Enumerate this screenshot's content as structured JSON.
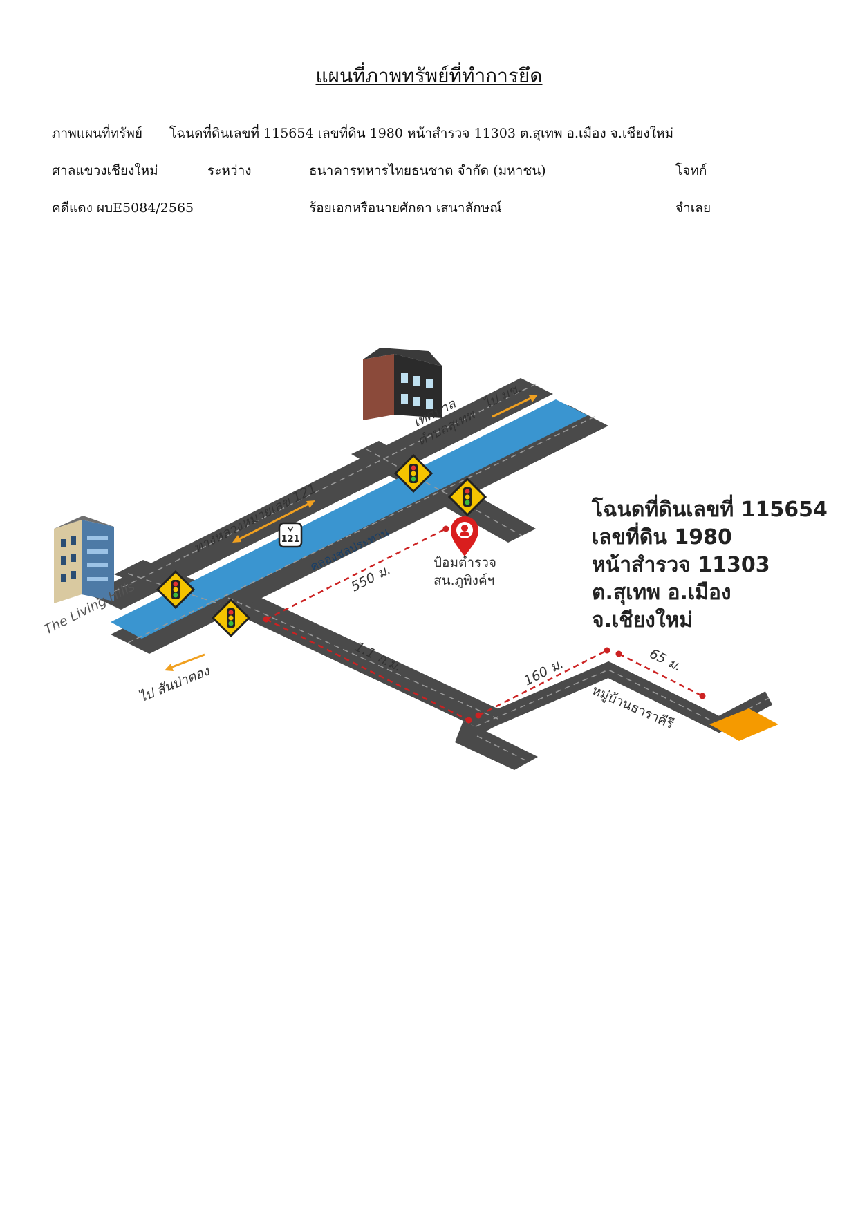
{
  "title": "แผนที่ภาพทรัพย์ที่ทำการยึด",
  "header": {
    "row1": {
      "label": "ภาพแผนที่ทรัพย์",
      "detail": "โฉนดที่ดินเลขที่ 115654 เลขที่ดิน 1980 หน้าสำรวจ 11303 ต.สุเทพ อ.เมือง จ.เชียงใหม่"
    },
    "row2": {
      "court": "ศาลแขวงเชียงใหม่",
      "between": "ระหว่าง",
      "plaintiff": "ธนาคารทหารไทยธนชาต จำกัด (มหาชน)",
      "plaintiff_role": "โจทก์"
    },
    "row3": {
      "case_no": "คดีแดง ผบE5084/2565",
      "defendant": "ร้อยเอกหรือนายศักดา เสนาลักษณ์",
      "defendant_role": "จำเลย"
    }
  },
  "map": {
    "labels": {
      "municipality_line1": "เทศบาล",
      "municipality_line2": "ตำบลสุเทพ",
      "to_cmu": "ไป มช.",
      "highway": "ทางหลวงหมายเลข 121",
      "route_shield": "121",
      "canal": "คลองชลประทาน",
      "police_line1": "ป้อมตำรวจ",
      "police_line2": "สน.ภูพิงค์ฯ",
      "living_hills": "The Living Hills",
      "to_sanpatong": "ไป สันป่าตอง",
      "village": "หมู่บ้านธาราคีรี"
    },
    "distances": {
      "d1": "550 ม.",
      "d2": "1.1 ก.ม.",
      "d3": "160 ม.",
      "d4": "65 ม."
    },
    "colors": {
      "road": "#4a4a4a",
      "road_edge": "#9a9a9a",
      "canal": "#3a95d0",
      "route_line": "#cc2222",
      "plot": "#f59a00",
      "sign": "#f5c400",
      "arrow": "#f0a020"
    }
  },
  "plot_info": {
    "line1": "โฉนดที่ดินเลขที่ 115654",
    "line2": "เลขที่ดิน 1980",
    "line3": "หน้าสำรวจ 11303",
    "line4": "ต.สุเทพ อ.เมือง",
    "line5": "จ.เชียงใหม่"
  }
}
